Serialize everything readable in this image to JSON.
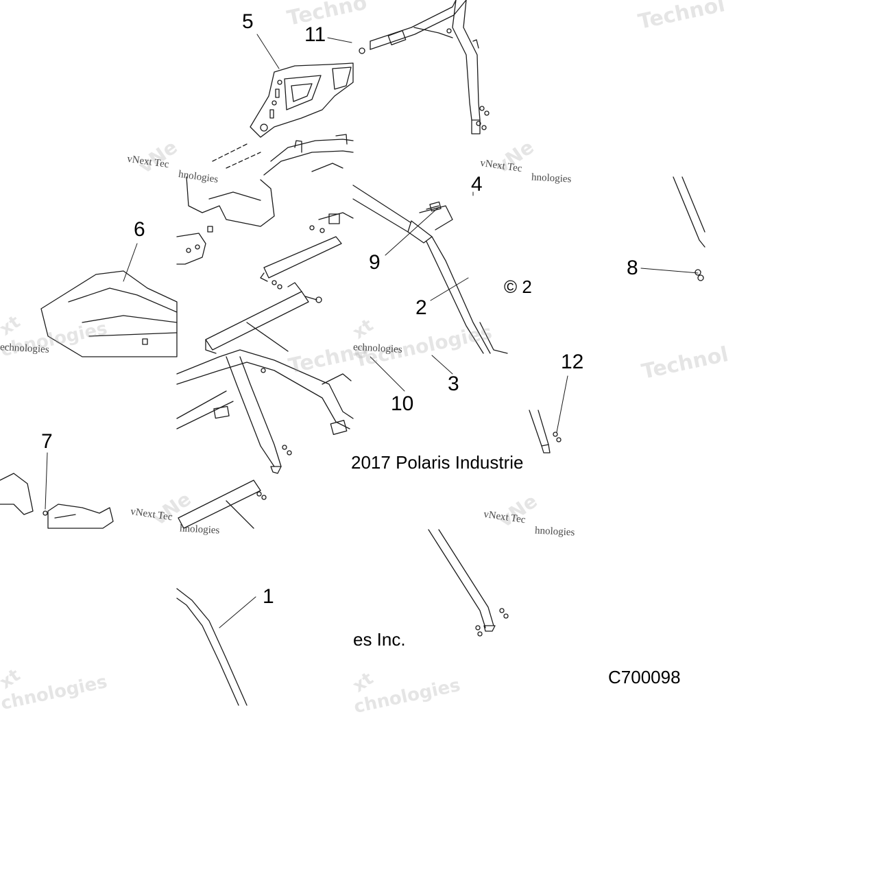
{
  "diagram": {
    "callouts": [
      "1",
      "2",
      "3",
      "4",
      "5",
      "6",
      "7",
      "8",
      "9",
      "10",
      "11",
      "12"
    ],
    "copyright_fragments": [
      "2017 Polaris Industrie",
      "es Inc.",
      "© 2"
    ],
    "part_code": "C700098",
    "watermark": {
      "large": "Techno",
      "brand_top": "vNext Tec",
      "brand_bottom": "hnologies",
      "logo_a": "vNe",
      "logo_b": "xt",
      "technologies_frag": "Technologies",
      "technologies_frag2": "chnologies",
      "partial": "echnologies",
      "partial2": "Technol"
    },
    "colors": {
      "line": "#1a1a1a",
      "fill": "#ffffff",
      "watermark": "#9a9a9a"
    }
  }
}
